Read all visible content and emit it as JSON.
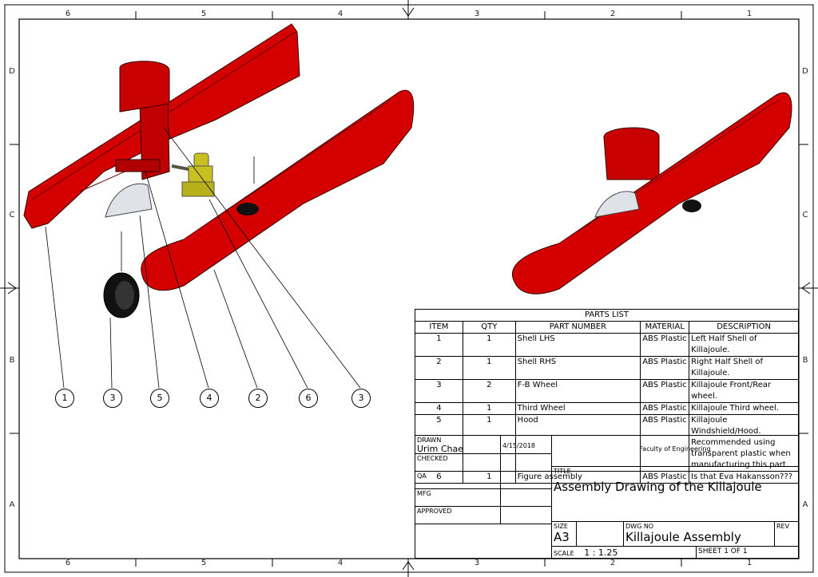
{
  "border_zones": {
    "top": [
      "6",
      "5",
      "4",
      "3",
      "2",
      "1"
    ],
    "bottom": [
      "6",
      "5",
      "4",
      "3",
      "2",
      "1"
    ],
    "left": [
      "D",
      "C",
      "B",
      "A"
    ],
    "right": [
      "D",
      "C",
      "B",
      "A"
    ]
  },
  "balloons": [
    "1",
    "3",
    "5",
    "4",
    "2",
    "6",
    "3"
  ],
  "parts_list": {
    "title": "PARTS LIST",
    "headers": [
      "ITEM",
      "QTY",
      "PART NUMBER",
      "MATERIAL",
      "DESCRIPTION"
    ],
    "rows": [
      {
        "item": "1",
        "qty": "1",
        "part": "Shell LHS",
        "material": "ABS Plastic",
        "desc": "Left Half Shell of Killajoule."
      },
      {
        "item": "2",
        "qty": "1",
        "part": "Shell RHS",
        "material": "ABS Plastic",
        "desc": "Right Half Shell of Killajoule."
      },
      {
        "item": "3",
        "qty": "2",
        "part": "F-B Wheel",
        "material": "ABS Plastic",
        "desc": "Killajoule Front/Rear wheel."
      },
      {
        "item": "4",
        "qty": "1",
        "part": "Third Wheel",
        "material": "ABS Plastic",
        "desc": "Killajoule Third wheel."
      },
      {
        "item": "5",
        "qty": "1",
        "part": "Hood",
        "material": "ABS Plastic",
        "desc": "Killajoule Windshield/Hood. Recommended using transparent plastic when manufacturing this part."
      },
      {
        "item": "6",
        "qty": "1",
        "part": "Figure assembly",
        "material": "ABS Plastic",
        "desc": "Is that Eva Hakansson???"
      }
    ]
  },
  "title_block": {
    "drawn_label": "DRAWN",
    "drawn_by": "Urim Chae",
    "drawn_date": "4/15/2018",
    "checked_label": "CHECKED",
    "qa_label": "QA",
    "mfg_label": "MFG",
    "approved_label": "APPROVED",
    "company": "Faculty of Engineering",
    "title_label": "TITLE",
    "title": "Assembly Drawing of the Killajoule",
    "size_label": "SIZE",
    "size": "A3",
    "dwg_label": "DWG NO",
    "dwg_no": "Killajoule Assembly",
    "rev_label": "REV",
    "scale_label": "SCALE",
    "scale": "1 : 1.25",
    "sheet": "SHEET 1  OF 1"
  },
  "colors": {
    "body": "#d40000",
    "body_dark": "#8a0000",
    "figure": "#c8c020",
    "line": "#000000"
  }
}
